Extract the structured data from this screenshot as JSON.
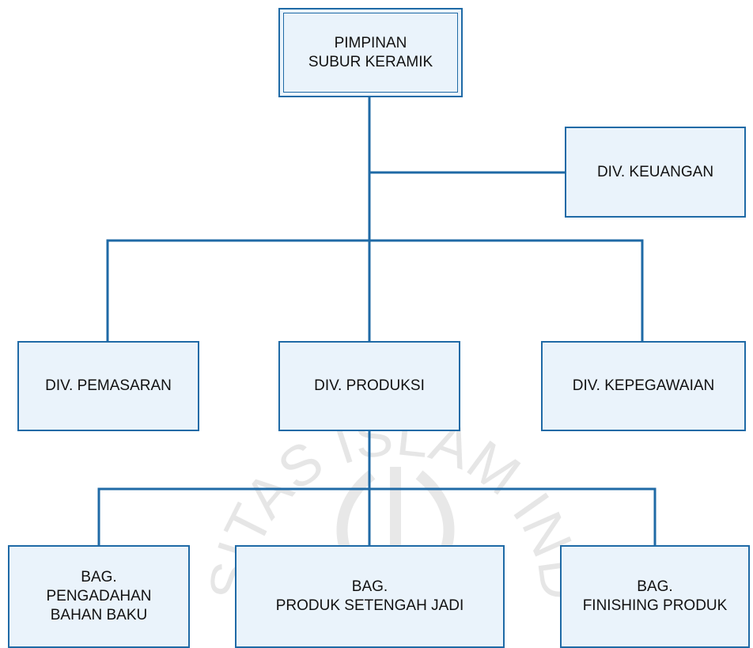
{
  "org_chart": {
    "root": "PIMPINAN\nSUBUR KERAMIK",
    "staff": "DIV. KEUANGAN",
    "divisions": [
      "DIV. PEMASARAN",
      "DIV. PRODUKSI",
      "DIV. KEPEGAWAIAN"
    ],
    "sections": [
      "BAG.\nPENGADAHAN\nBAHAN BAKU",
      "BAG.\nPRODUK SETENGAH JADI",
      "BAG.\nFINISHING PRODUK"
    ]
  },
  "watermark": {
    "text": "UNIVERSITAS ISLAM INDONESIA"
  },
  "colors": {
    "line": "#1f6aa6",
    "box_fill": "#eaf3fb",
    "watermark": "#e6e6e6"
  }
}
